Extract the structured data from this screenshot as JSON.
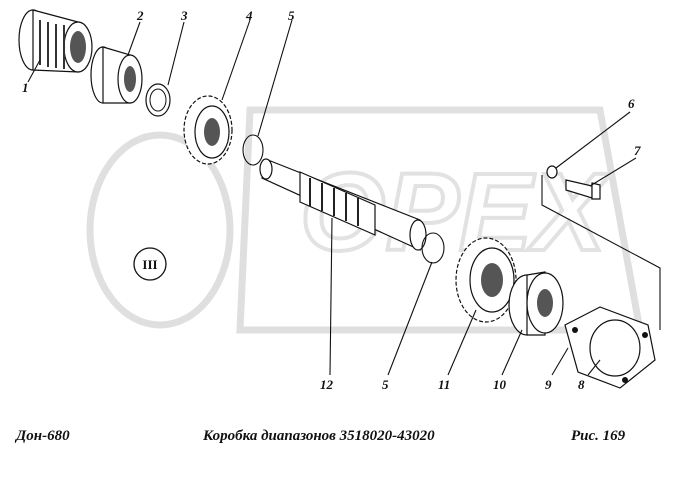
{
  "callouts": [
    {
      "id": "p1",
      "label": "1"
    },
    {
      "id": "p2",
      "label": "2"
    },
    {
      "id": "p3",
      "label": "3"
    },
    {
      "id": "p4",
      "label": "4"
    },
    {
      "id": "p5a",
      "label": "5"
    },
    {
      "id": "p6",
      "label": "6"
    },
    {
      "id": "p7",
      "label": "7"
    },
    {
      "id": "p5b",
      "label": "5"
    },
    {
      "id": "p8",
      "label": "8"
    },
    {
      "id": "p9",
      "label": "9"
    },
    {
      "id": "p10",
      "label": "10"
    },
    {
      "id": "p11",
      "label": "11"
    },
    {
      "id": "p12",
      "label": "12"
    }
  ],
  "section_marker": "III",
  "watermark": "OPEX",
  "footer": {
    "left": "Дон-680",
    "center": "Коробка диапазонов 3518020-43020",
    "right": "Рис.  169"
  }
}
